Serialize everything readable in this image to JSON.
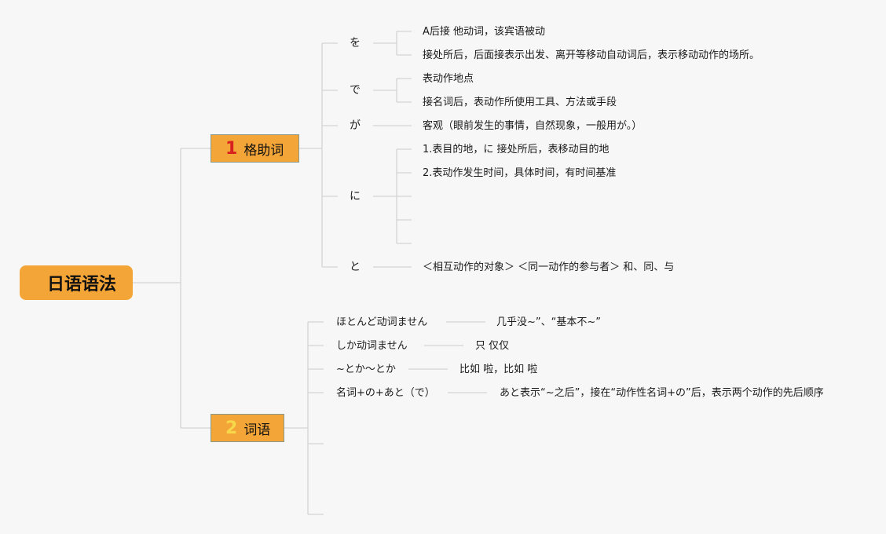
{
  "root": {
    "title": "日语语法"
  },
  "branches": [
    {
      "number": "1",
      "label": "格助词"
    },
    {
      "number": "2",
      "label": "词语"
    }
  ],
  "particles": [
    {
      "label": "を",
      "notes": [
        "A后接 他动词，该宾语被动",
        "接处所后，后面接表示出发、离开等移动自动词后，表示移动动作的场所。"
      ]
    },
    {
      "label": "で",
      "notes": [
        "表动作地点",
        "接名词后，表动作所使用工具、方法或手段"
      ]
    },
    {
      "label": "が",
      "notes": [
        "客观（眼前发生的事情，自然现象，一般用が。）"
      ]
    },
    {
      "label": "に",
      "notes": [
        "1.表目的地，に 接处所后，表移动目的地",
        "2.表动作发生时间，具体时间，有时间基准"
      ]
    },
    {
      "label": "と",
      "notes": [
        "＜相互动作的对象＞ ＜同一动作的参与者＞ 和、同、与"
      ]
    }
  ],
  "words": [
    {
      "label": "ほとんど动词ません",
      "note": "几乎没~”、“基本不~”"
    },
    {
      "label": "しか动词ません",
      "note": "只 仅仅"
    },
    {
      "label": "~とか〜とか",
      "note": "比如 啦，比如 啦"
    },
    {
      "label": "名词+の+あと（で）",
      "note": "あと表示“~之后”，接在“动作性名词+の”后，表示两个动作的先后顺序"
    }
  ]
}
